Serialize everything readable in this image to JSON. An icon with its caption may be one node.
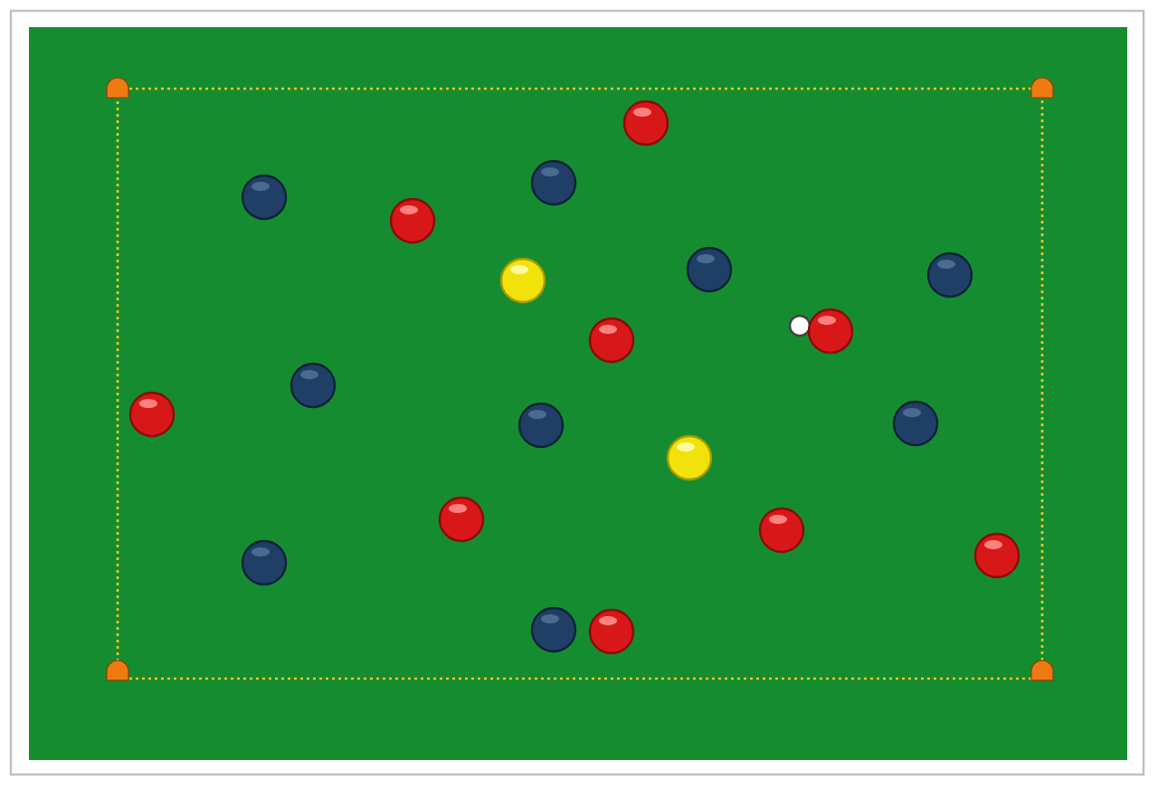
{
  "diagram": {
    "nodes": [
      {
        "text": [],
        "shape": "cone"
      },
      {
        "text": [],
        "shape": "cone"
      },
      {
        "text": [],
        "shape": "circle"
      },
      {
        "text": [],
        "shape": "circle"
      },
      {
        "text": [],
        "shape": "circle"
      },
      {
        "text": [],
        "shape": "circle"
      },
      {
        "text": [],
        "shape": "circle"
      },
      {
        "text": [],
        "shape": "circle"
      },
      {
        "text": [],
        "shape": "circle"
      },
      {
        "text": [],
        "shape": "circle"
      },
      {
        "text": [],
        "shape": "circle"
      },
      {
        "text": [],
        "shape": "circle"
      },
      {
        "text": [],
        "shape": "circle"
      },
      {
        "text": [],
        "shape": "circle"
      },
      {
        "text": [],
        "shape": "circle"
      },
      {
        "text": [],
        "shape": "circle"
      },
      {
        "text": [],
        "shape": "circle"
      },
      {
        "text": [],
        "shape": "circle"
      },
      {
        "text": [],
        "shape": "circle"
      },
      {
        "text": [],
        "shape": "circle"
      },
      {
        "text": [],
        "shape": "circle"
      },
      {
        "text": [],
        "shape": "circle"
      },
      {
        "text": [],
        "shape": "circle"
      },
      {
        "text": [],
        "shape": "cone"
      },
      {
        "text": [],
        "shape": "cone"
      }
    ]
  }
}
